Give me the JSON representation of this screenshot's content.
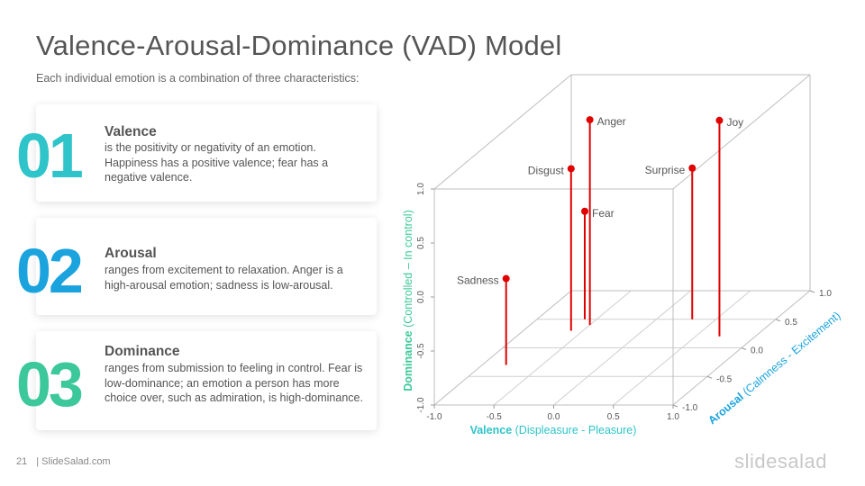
{
  "slide": {
    "title": "Valence-Arousal-Dominance (VAD) Model",
    "subtitle": "Each individual  emotion is a combination  of three characteristics:",
    "page_number": "21",
    "footer_site": "| SlideSalad.com",
    "logo_text": "slidesalad"
  },
  "cards": [
    {
      "number": "01",
      "title": "Valence",
      "body": "is the positivity or negativity of an emotion. Happiness has a positive valence; fear has a negative valence.",
      "color": "#2ec4c9"
    },
    {
      "number": "02",
      "title": "Arousal",
      "body": "ranges from excitement to relaxation. Anger is a high-arousal emotion; sadness is low-arousal.",
      "color": "#1aa3dd"
    },
    {
      "number": "03",
      "title": "Dominance",
      "body": "ranges from submission to feeling in control. Fear is low-dominance; an emotion a person has more choice over, such as admiration, is high-dominance.",
      "color": "#3cc89b"
    }
  ],
  "chart_data": {
    "type": "scatter",
    "axes": {
      "x": {
        "bold": "Valence",
        "rest": " (Displeasure - Pleasure)",
        "ticks": [
          "-1.0",
          "-0.5",
          "0.0",
          "0.5",
          "1.0"
        ],
        "range": [
          -1,
          1
        ],
        "color": "#2ec4c9"
      },
      "y": {
        "bold": "Arousal",
        "rest": " (Calmness - Excitement)",
        "ticks": [
          "-1.0",
          "-0.5",
          "0.0",
          "0.5",
          "1.0"
        ],
        "range": [
          -1,
          1
        ],
        "color": "#1aa3dd"
      },
      "z": {
        "bold": "Dominance",
        "rest": " (Controlled – In control)",
        "ticks": [
          "-1.0",
          "-0.5",
          "0.0",
          "0.5",
          "1.0"
        ],
        "range": [
          -1,
          1
        ],
        "color": "#3cc89b"
      }
    },
    "points": [
      {
        "label": "Sadness",
        "valence": -0.8,
        "arousal": -0.3,
        "dominance": -0.2
      },
      {
        "label": "Disgust",
        "valence": -0.6,
        "arousal": 0.3,
        "dominance": 0.5
      },
      {
        "label": "Anger",
        "valence": -0.5,
        "arousal": 0.4,
        "dominance": 0.9
      },
      {
        "label": "Fear",
        "valence": -0.6,
        "arousal": 0.5,
        "dominance": 0.0
      },
      {
        "label": "Surprise",
        "valence": 0.3,
        "arousal": 0.5,
        "dominance": 0.4
      },
      {
        "label": "Joy",
        "valence": 0.7,
        "arousal": 0.2,
        "dominance": 1.0
      }
    ],
    "marker_color": "#e00000"
  }
}
